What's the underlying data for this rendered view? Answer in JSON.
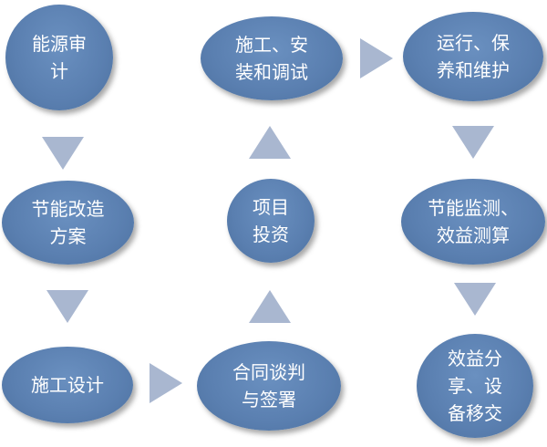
{
  "nodes": {
    "energy_audit": "能源审\n计",
    "retrofit_design": "节能改造\n方案",
    "construction_design": "施工设计",
    "contract_negotiation": "合同谈判\n与签署",
    "project_investment": "项目\n投资",
    "construction_install": "施工、安\n装和调试",
    "operation_maintenance": "运行、保\n养和维护",
    "monitoring_measurement": "节能监测、\n效益测算",
    "benefit_sharing": "效益分\n享、设\n备移交"
  },
  "colors": {
    "node_fill": "#5a7fb0",
    "arrow_fill": "#a9b7d0",
    "text": "#ffffff"
  }
}
